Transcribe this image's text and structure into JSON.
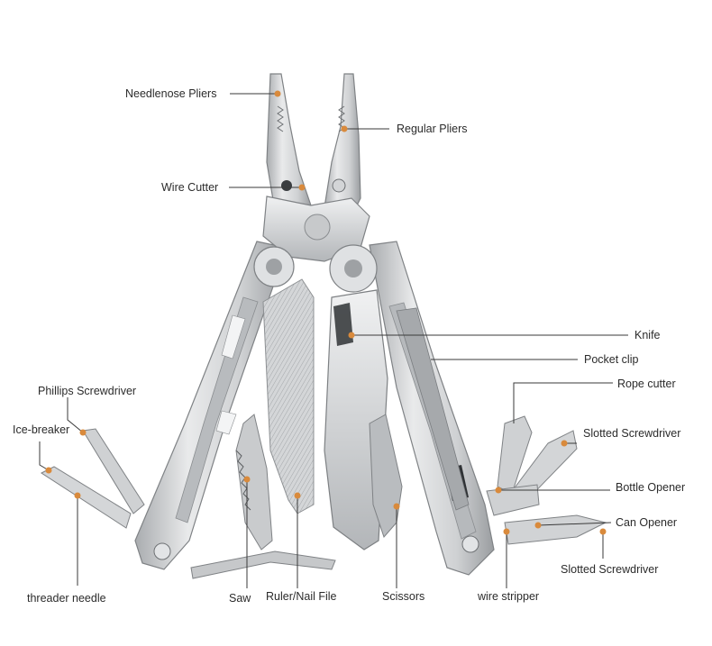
{
  "labels": {
    "needlenose": "Needlenose Pliers",
    "regular": "Regular Pliers",
    "wire_cutter": "Wire Cutter",
    "knife": "Knife",
    "pocket_clip": "Pocket clip",
    "phillips": "Phillips Screwdriver",
    "rope_cutter": "Rope cutter",
    "ice_breaker": "Ice-breaker",
    "slotted_top": "Slotted Screwdriver",
    "bottle_opener": "Bottle Opener",
    "can_opener": "Can Opener",
    "slotted_bottom": "Slotted Screwdriver",
    "threader": "threader needle",
    "saw": "Saw",
    "ruler": "Ruler/Nail File",
    "scissors": "Scissors",
    "wire_stripper": "wire stripper"
  },
  "colors": {
    "dot": "#d98a3c",
    "leader": "#3a3a3a",
    "steel_light": "#e6e7e8",
    "steel_mid": "#c3c5c7",
    "steel_dark": "#8d9093"
  }
}
